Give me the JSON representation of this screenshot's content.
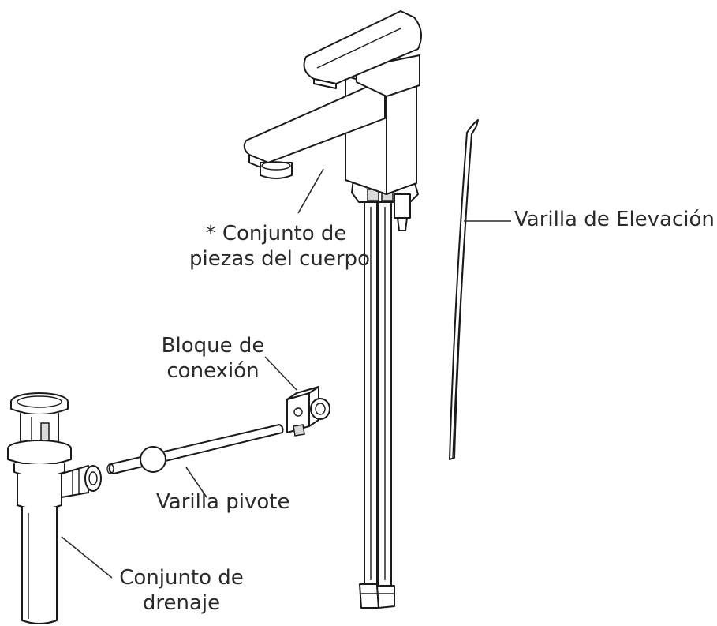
{
  "labels": {
    "body_parts": {
      "line1": "* Conjunto de",
      "line2": "piezas del cuerpo"
    },
    "lift_rod": "Varilla de Elevación",
    "connection_block": {
      "line1": "Bloque de",
      "line2": "conexión"
    },
    "pivot_rod": "Varilla pivote",
    "drain_assembly": {
      "line1": "Conjunto de",
      "line2": "drenaje"
    }
  }
}
